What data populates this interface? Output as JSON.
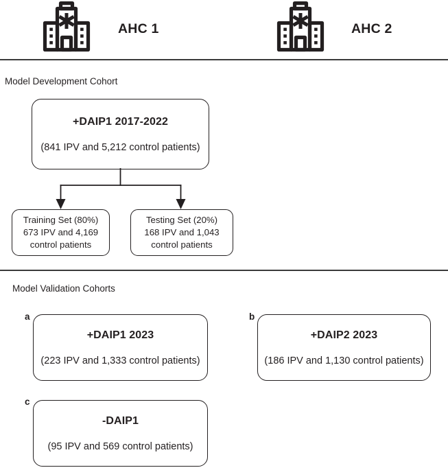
{
  "header": {
    "sites": [
      {
        "icon": "hospital-icon",
        "label": "AHC 1"
      },
      {
        "icon": "hospital-icon",
        "label": "AHC 2"
      }
    ]
  },
  "sections": [
    {
      "id": "development",
      "label": "Model Development Cohort"
    },
    {
      "id": "validation",
      "label": "Model Validation Cohorts"
    }
  ],
  "development": {
    "root": {
      "title": "+DAIP1 2017-2022",
      "subtitle": "(841 IPV and 5,212 control patients)"
    },
    "splits": [
      {
        "tag": "training-set",
        "line1": "Training Set (80%)",
        "line2": "673 IPV and 4,169",
        "line3": "control patients"
      },
      {
        "tag": "testing-set",
        "line1": "Testing Set (20%)",
        "line2": "168 IPV and 1,043",
        "line3": "control patients"
      }
    ]
  },
  "validation": {
    "cohorts": [
      {
        "tag": "a",
        "title": "+DAIP1 2023",
        "subtitle": "(223 IPV and 1,333 control patients)"
      },
      {
        "tag": "b",
        "title": "+DAIP2 2023",
        "subtitle": "(186 IPV and 1,130 control patients)"
      },
      {
        "tag": "c",
        "title": "-DAIP1",
        "subtitle": "(95 IPV and 569 control patients)"
      }
    ]
  },
  "colors": {
    "stroke": "#231f20",
    "divider": "#3a3a3a",
    "background": "#ffffff"
  }
}
